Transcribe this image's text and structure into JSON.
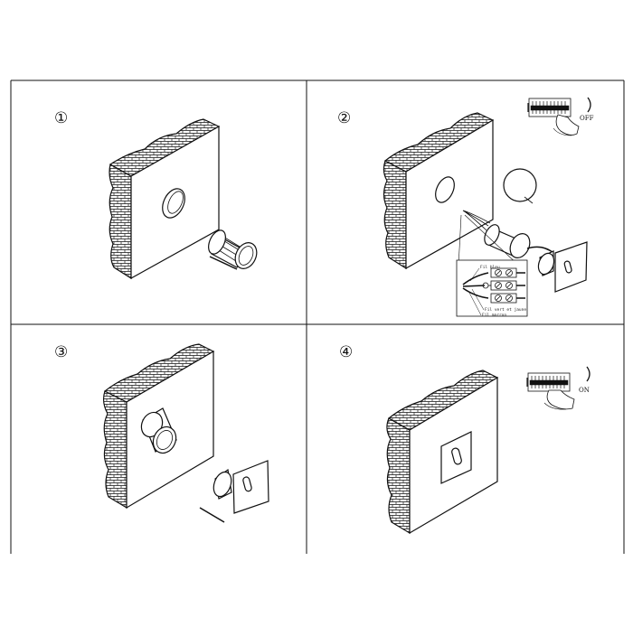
{
  "diagram": {
    "steps": [
      {
        "number": "①"
      },
      {
        "number": "②",
        "switch_state": "OFF",
        "wire_labels": [
          "Fil bleu",
          "Fil vert et jaune",
          "Fil marron"
        ]
      },
      {
        "number": "③"
      },
      {
        "number": "④",
        "switch_state": "ON"
      }
    ],
    "colors": {
      "line": "#111111",
      "background": "#ffffff"
    }
  }
}
